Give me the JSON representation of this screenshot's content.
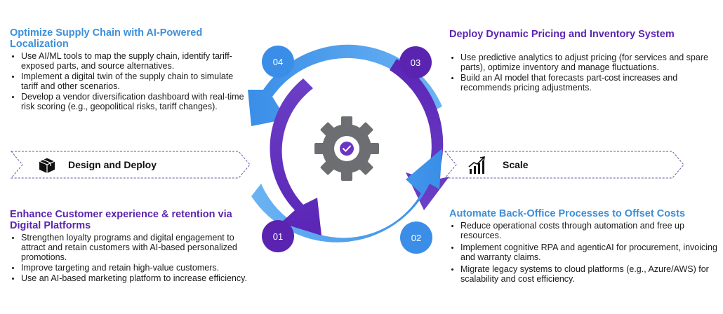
{
  "blocks": {
    "b04": {
      "title": "Optimize Supply Chain with AI-Powered Localization",
      "items": [
        "Use AI/ML tools to map the supply chain, identify tariff-exposed parts, and source alternatives.",
        "Implement a digital twin of the supply chain to simulate tariff and other scenarios.",
        " Develop a vendor diversification dashboard with real-time risk scoring (e.g., geopolitical risks, tariff changes)."
      ]
    },
    "b03": {
      "title": "Deploy Dynamic Pricing and Inventory System",
      "items": [
        "Use predictive analytics to adjust pricing (for services and spare parts), optimize inventory and manage fluctuations.",
        " Build an AI model that forecasts part-cost increases and recommends pricing adjustments."
      ]
    },
    "b01": {
      "title": "Enhance Customer experience & retention via Digital Platforms",
      "items": [
        "Strengthen loyalty programs and digital engagement to attract and retain customers with AI-based personalized promotions.",
        "Improve targeting and retain high-value customers.",
        " Use an AI-based marketing platform to increase efficiency."
      ]
    },
    "b02": {
      "title": "Automate Back-Office Processes to Offset Costs",
      "items": [
        "Reduce operational costs through automation and free up resources.",
        " Implement cognitive RPA and agenticAI for procurement, invoicing and warranty claims.",
        "  Migrate legacy systems to cloud platforms (e.g., Azure/AWS) for scalability and cost efficiency."
      ]
    }
  },
  "badges": {
    "b01": "01",
    "b02": "02",
    "b03": "03",
    "b04": "04"
  },
  "stages": {
    "left": "Design and Deploy",
    "right": "Scale"
  },
  "icons": {
    "left": "box-icon",
    "right": "growth-chart-icon",
    "center": "gear-check-icon"
  },
  "colors": {
    "blue": "#3b8ee8",
    "purple": "#5a24b0",
    "gear": "#6d6e71",
    "dash": "#5b5ea6"
  }
}
